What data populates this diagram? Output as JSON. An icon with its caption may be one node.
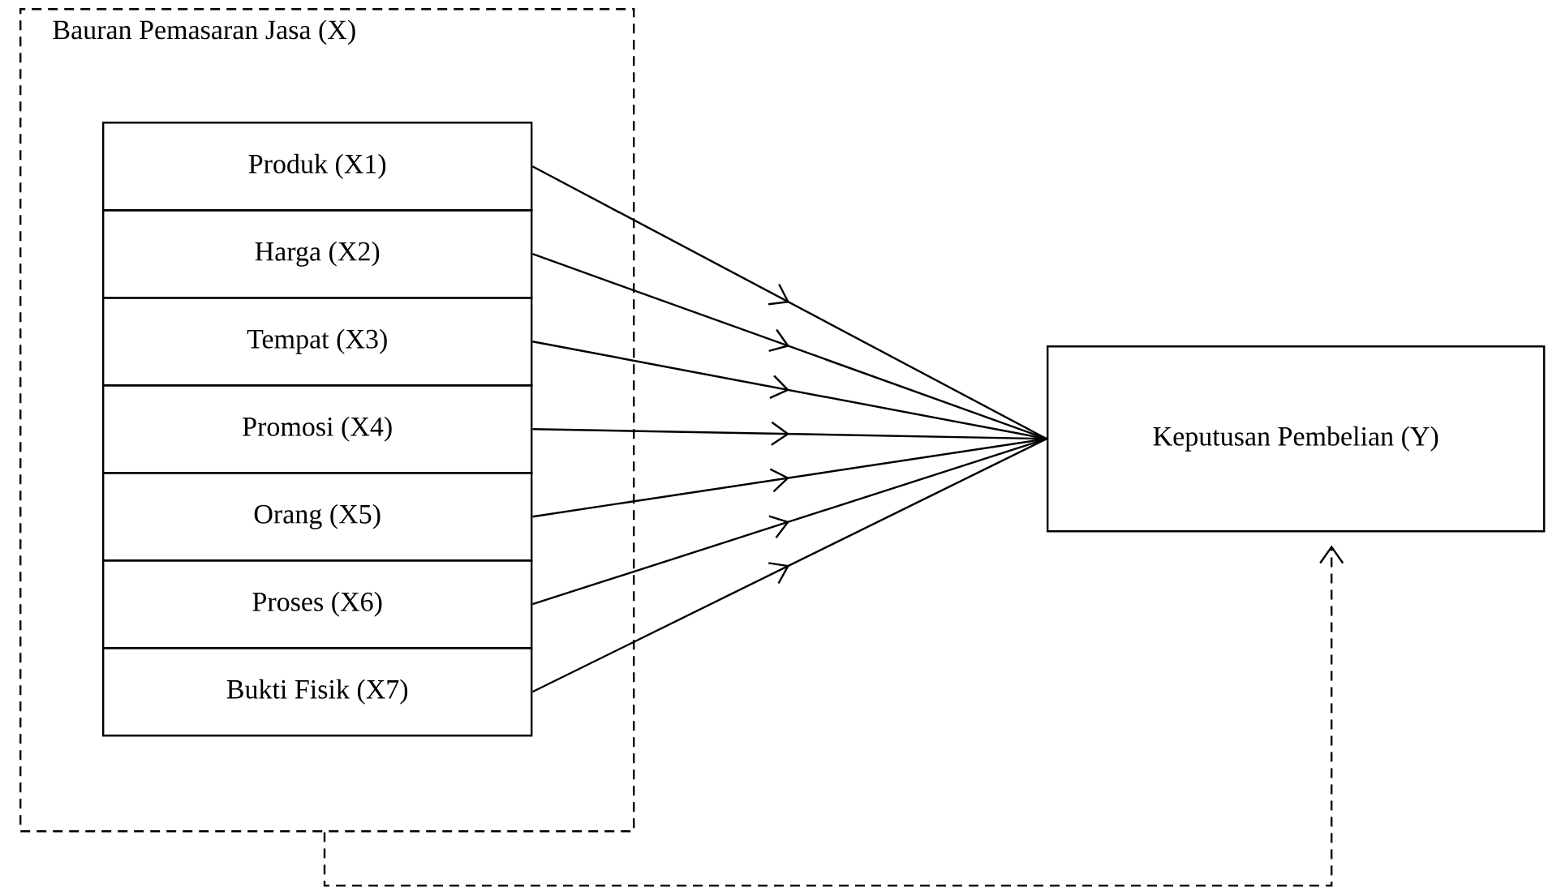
{
  "diagram": {
    "nodes": [
      {
        "text": [
          "Bauran Pemasaran Jasa (X)"
        ]
      },
      {
        "text": [
          "Produk (X1)"
        ],
        "in": 0
      },
      {
        "text": [
          "Harga (X2)"
        ],
        "in": 0
      },
      {
        "text": [
          "Tempat (X3)"
        ],
        "in": 0
      },
      {
        "text": [
          "Promosi (X4)"
        ],
        "in": 0
      },
      {
        "text": [
          "Orang (X5)"
        ],
        "in": 0
      },
      {
        "text": [
          "Proses (X6)"
        ],
        "in": 0
      },
      {
        "text": [
          "Bukti Fisik (X7)"
        ],
        "in": 0
      },
      {
        "text": [
          "Keputusan Pembelian (Y)"
        ]
      }
    ],
    "edges": [
      {
        "from": 1,
        "to": 8,
        "arrow": "to"
      },
      {
        "from": 2,
        "to": 8,
        "arrow": "to"
      },
      {
        "from": 3,
        "to": 8,
        "arrow": "to"
      },
      {
        "from": 4,
        "to": 8,
        "arrow": "to"
      },
      {
        "from": 5,
        "to": 8,
        "arrow": "to"
      },
      {
        "from": 6,
        "to": 8,
        "arrow": "to"
      },
      {
        "from": 7,
        "to": 8,
        "arrow": "to"
      },
      {
        "from": 0,
        "to": 8,
        "arrow": "to",
        "style": "dashed"
      }
    ]
  }
}
